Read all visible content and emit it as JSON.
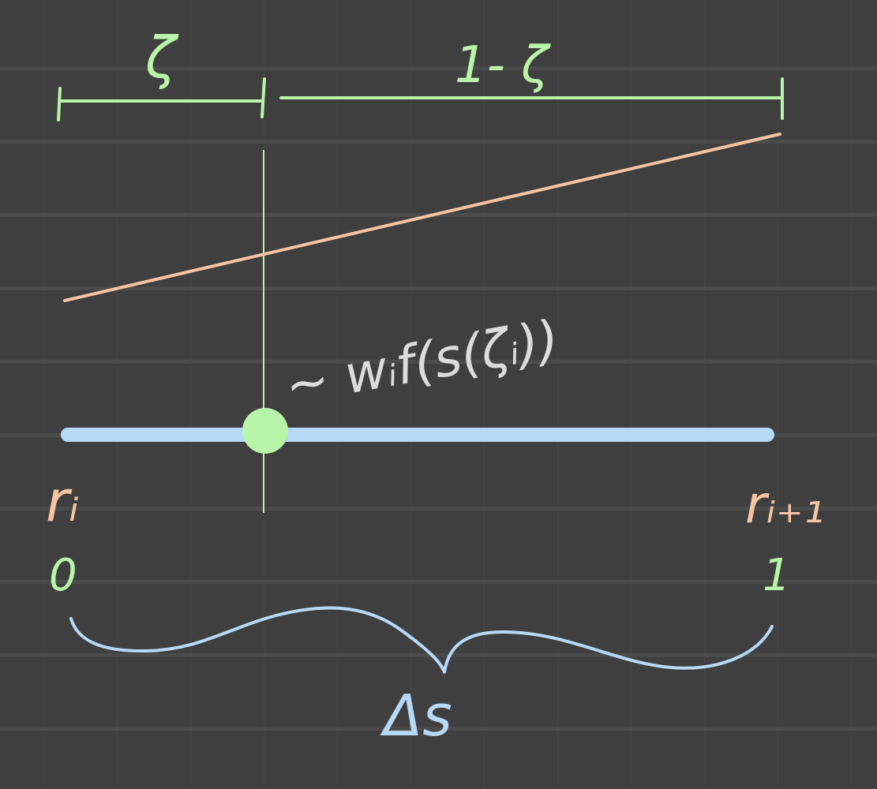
{
  "labels": {
    "zeta": "ζ",
    "one_minus_zeta": "1- ζ",
    "annotation": "~ w_i f(s(ζ_i))",
    "annotation_display": "~ wᵢf(s(ζᵢ))",
    "r_i": "rᵢ",
    "r_i_plus_1": "rᵢ₊₁",
    "zero": "0",
    "one": "1",
    "delta_s": "Δs"
  },
  "colors": {
    "background": "#3f3f3f",
    "grid": "#4b4b4b",
    "green": "#b8f5a8",
    "peach": "#f7c4a2",
    "blue": "#b7d9f8",
    "grey": "#dcdcdc"
  }
}
